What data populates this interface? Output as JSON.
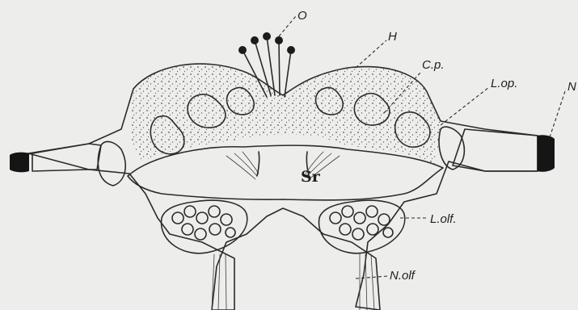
{
  "labels": {
    "O": "O",
    "H": "H",
    "Cp": "C.p.",
    "Lop": "L.op.",
    "N": "N",
    "Sr": "Sr",
    "Lolf": "L.olf.",
    "Nolf": "N.olf"
  }
}
